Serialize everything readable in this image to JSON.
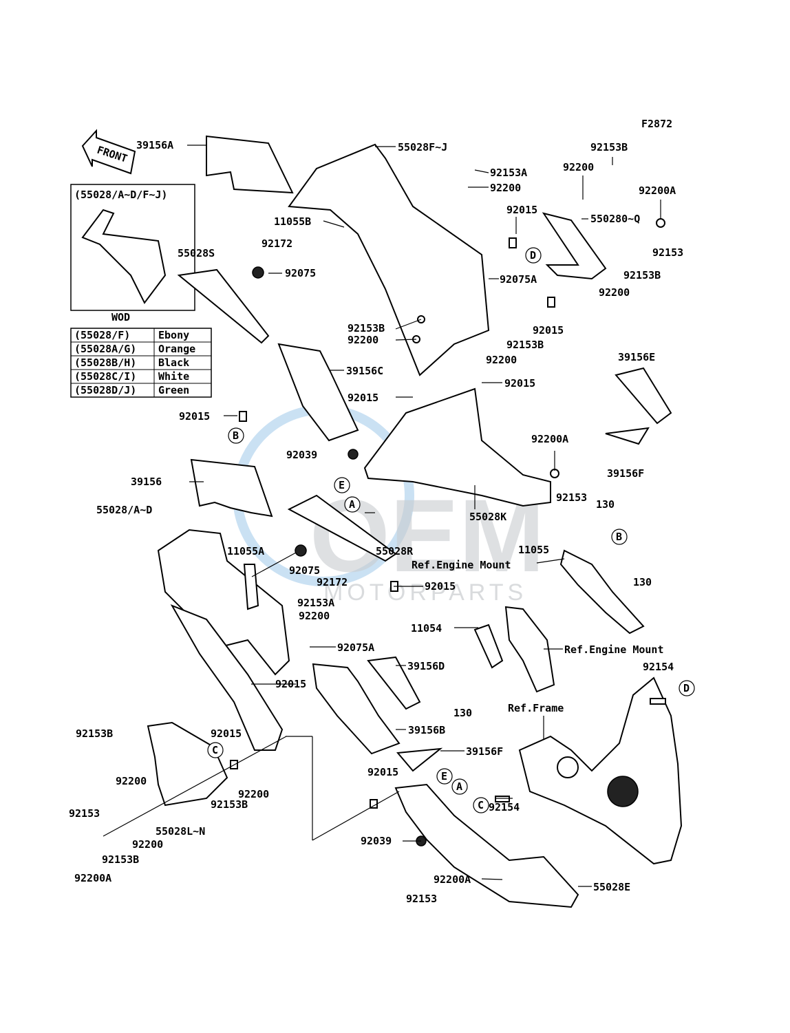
{
  "figure_code": "F2872",
  "front_label": "FRONT",
  "inset": {
    "title": "(55028/A~D/F~J)",
    "caption": "WOD"
  },
  "color_table": [
    {
      "code": "(55028/F)",
      "color": "Ebony"
    },
    {
      "code": "(55028A/G)",
      "color": "Orange"
    },
    {
      "code": "(55028B/H)",
      "color": "Black"
    },
    {
      "code": "(55028C/I)",
      "color": "White"
    },
    {
      "code": "(55028D/J)",
      "color": "Green"
    }
  ],
  "watermark": {
    "brand": "OEM",
    "sub": "MOTORPARTS"
  },
  "callouts": {
    "A": "A",
    "B": "B",
    "C": "C",
    "D": "D",
    "E": "E"
  },
  "labels": {
    "l39156A": "39156A",
    "l55028FJ": "55028F~J",
    "l92153A_top": "92153A",
    "l92200_top": "92200",
    "l92200_r1": "92200",
    "l92153B_r1": "92153B",
    "l92200A_r1": "92200A",
    "l92015_r1": "92015",
    "l11055B": "11055B",
    "l92172_top": "92172",
    "l550280Q": "550280~Q",
    "l92153_r1": "92153",
    "l55028S": "55028S",
    "l92075_top": "92075",
    "l92075A_top": "92075A",
    "l92153B_r2": "92153B",
    "l92200_r2": "92200",
    "l92153B_m": "92153B",
    "l92200_m": "92200",
    "l92015_r2": "92015",
    "l92153B_r3": "92153B",
    "l92200_r3": "92200",
    "l39156C": "39156C",
    "l39156E": "39156E",
    "l92015_m2": "92015",
    "l92015_m3": "92015",
    "l92015_left": "92015",
    "l92200A_m": "92200A",
    "l39156F_top": "39156F",
    "l92039_top": "92039",
    "l92153_m": "92153",
    "l39156": "39156",
    "l55028K": "55028K",
    "l130_a": "130",
    "l55028AD": "55028/A~D",
    "l11055A": "11055A",
    "l55028R": "55028R",
    "l11055": "11055",
    "l130_b": "130",
    "l92075_mid": "92075",
    "l92172_mid": "92172",
    "l92015_mid": "92015",
    "lRefEngine1": "Ref.Engine Mount",
    "l92153A_mid": "92153A",
    "l92200_mid": "92200",
    "l11054": "11054",
    "l92075A_mid": "92075A",
    "lRefEngine2": "Ref.Engine Mount",
    "l39156D": "39156D",
    "l92154_top": "92154",
    "l92015_low": "92015",
    "l130_c": "130",
    "lRefFrame": "Ref.Frame",
    "l92153B_low": "92153B",
    "l92015_low2": "92015",
    "l39156B": "39156B",
    "l39156F_low": "39156F",
    "l92200_low1": "92200",
    "l92200_low2": "92200",
    "l92015_low3": "92015",
    "l92153B_low2": "92153B",
    "l92154_low": "92154",
    "l92153_low": "92153",
    "l55028LN": "55028L~N",
    "l92200_low3": "92200",
    "l92039_low": "92039",
    "l92153B_low3": "92153B",
    "l92200A_low": "92200A",
    "l92200A_low2": "92200A",
    "l55028E": "55028E",
    "l92153_low2": "92153"
  }
}
